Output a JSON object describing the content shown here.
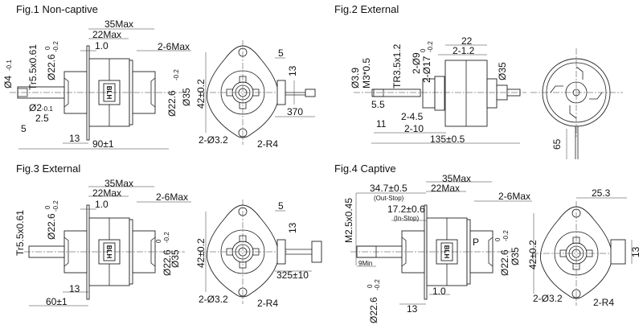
{
  "fig1": {
    "title": "Fig.1   Non-captive",
    "dims": {
      "max35": "35Max",
      "max22": "22Max",
      "d10": "1.0",
      "max26": "2-6Max",
      "tr": "Tr5.5x0.61",
      "d226": "Ø22.6",
      "tol0": "0",
      "tolm02": "-0.2",
      "d4": "Ø4",
      "tolm01": "-0.1",
      "d2": "Ø2",
      "d25": "2.5",
      "d5": "5",
      "d13": "13",
      "d90": "90±1",
      "d226r": "Ø22.6",
      "d35": "Ø35",
      "d42": "42±0.2",
      "w5": "5",
      "w13": "13",
      "w370": "370",
      "holes": "2-Ø3.2",
      "r4": "2-R4"
    }
  },
  "fig2": {
    "title": "Fig.2    External",
    "dims": {
      "d39": "Ø3.9",
      "m3": "M3*0.5",
      "tr": "TR3.5x1.2",
      "d9": "2-Ø9",
      "d17": "2-Ø17",
      "tol0": "0",
      "tolm02": "-0.2",
      "d22": "22",
      "d12": "2-1.2",
      "d35": "Ø35",
      "d55": "5.5",
      "d45": "2-4.5",
      "d11": "11",
      "d10": "2-10",
      "d135": "135±0.5",
      "d65": "65"
    }
  },
  "fig3": {
    "title": "Fig.3   External",
    "dims": {
      "max35": "35Max",
      "max22": "22Max",
      "d10": "1.0",
      "max26": "2-6Max",
      "tr": "Tr5.5x0.61",
      "d226": "Ø22.6",
      "tol0": "0",
      "tolm02": "-0.2",
      "d13": "13",
      "d60": "60±1",
      "d226r": "Ø22.6",
      "d35": "Ø35",
      "d42": "42±0.2",
      "w5": "5",
      "w13": "13",
      "w325": "325±10",
      "holes": "2-Ø3.2",
      "r4": "2-R4"
    }
  },
  "fig4": {
    "title": "Fig.4    Captive",
    "dims": {
      "d347": "34.7±0.5",
      "out": "(Out-Stop)",
      "d172": "17.2±0.6",
      "in": "(In-Stop)",
      "max35": "35Max",
      "max22": "22Max",
      "max26": "2-6Max",
      "m25": "M2.5x0.45",
      "min9": "9Min",
      "p": "P",
      "d226r": "Ø22.6",
      "tol0": "0",
      "tolm02": "-0.2",
      "d35": "Ø35",
      "d10": "1.0",
      "d13": "13",
      "d226": "Ø22.6",
      "d253": "25.3",
      "d42": "42±0.2",
      "w13": "13",
      "holes": "2-Ø3.2",
      "r4": "2-R4"
    }
  },
  "label": "BLH"
}
